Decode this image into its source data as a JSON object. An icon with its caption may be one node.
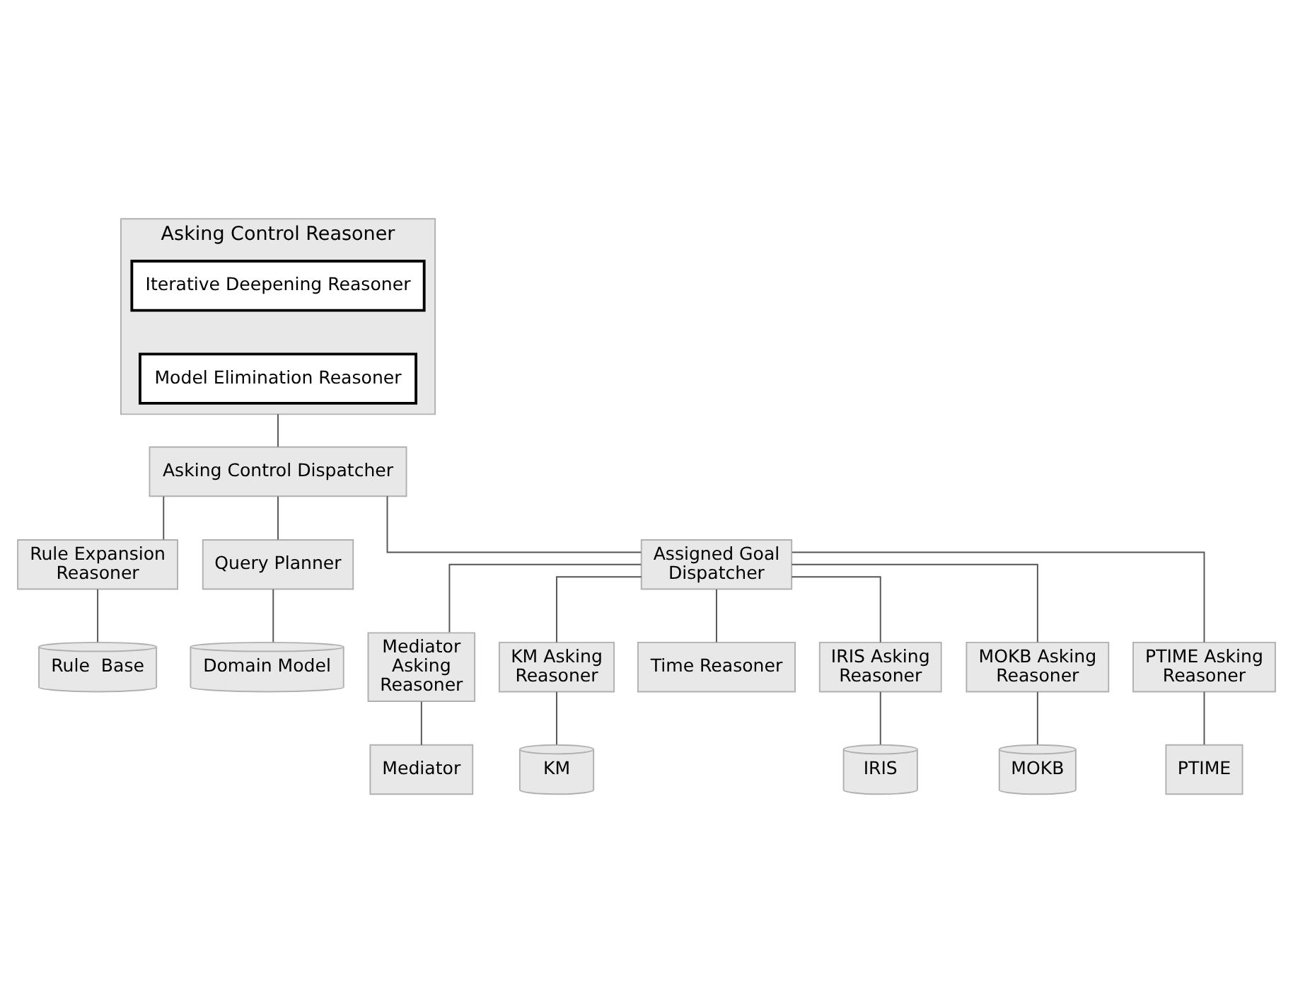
{
  "diagram": {
    "nodes": [
      {
        "text": [
          "Asking Control Reasoner"
        ]
      },
      {
        "text": [
          "Iterative Deepening Reasoner"
        ],
        "in": 0
      },
      {
        "text": [
          "Model Elimination Reasoner"
        ],
        "in": 0
      },
      {
        "text": [
          "Asking Control Dispatcher"
        ]
      },
      {
        "text": [
          "Rule Expansion Reasoner"
        ]
      },
      {
        "text": [
          "Query Planner"
        ]
      },
      {
        "text": [
          "Assigned Goal Dispatcher"
        ]
      },
      {
        "text": [
          "Rule  Base"
        ]
      },
      {
        "text": [
          "Domain Model"
        ]
      },
      {
        "text": [
          "Mediator Asking Reasoner"
        ]
      },
      {
        "text": [
          "KM Asking Reasoner"
        ]
      },
      {
        "text": [
          "Time Reasoner"
        ]
      },
      {
        "text": [
          "IRIS Asking Reasoner"
        ]
      },
      {
        "text": [
          "MOKB Asking Reasoner"
        ]
      },
      {
        "text": [
          "PTIME Asking Reasoner"
        ]
      },
      {
        "text": [
          "Mediator"
        ]
      },
      {
        "text": [
          "KM"
        ]
      },
      {
        "text": [
          "IRIS"
        ]
      },
      {
        "text": [
          "MOKB"
        ]
      },
      {
        "text": [
          "PTIME"
        ]
      }
    ],
    "edges": [
      {
        "from": 0,
        "to": 3,
        "arrow": "none"
      },
      {
        "from": 3,
        "to": 4,
        "arrow": "none"
      },
      {
        "from": 3,
        "to": 5,
        "arrow": "none"
      },
      {
        "from": 3,
        "to": 6,
        "arrow": "none"
      },
      {
        "from": 4,
        "to": 7,
        "arrow": "none"
      },
      {
        "from": 5,
        "to": 8,
        "arrow": "none"
      },
      {
        "from": 6,
        "to": 9,
        "arrow": "none"
      },
      {
        "from": 6,
        "to": 10,
        "arrow": "none"
      },
      {
        "from": 6,
        "to": 11,
        "arrow": "none"
      },
      {
        "from": 6,
        "to": 12,
        "arrow": "none"
      },
      {
        "from": 6,
        "to": 13,
        "arrow": "none"
      },
      {
        "from": 6,
        "to": 14,
        "arrow": "none"
      },
      {
        "from": 9,
        "to": 15,
        "arrow": "none"
      },
      {
        "from": 10,
        "to": 16,
        "arrow": "none"
      },
      {
        "from": 12,
        "to": 17,
        "arrow": "none"
      },
      {
        "from": 13,
        "to": 18,
        "arrow": "none"
      },
      {
        "from": 14,
        "to": 19,
        "arrow": "none"
      }
    ]
  }
}
